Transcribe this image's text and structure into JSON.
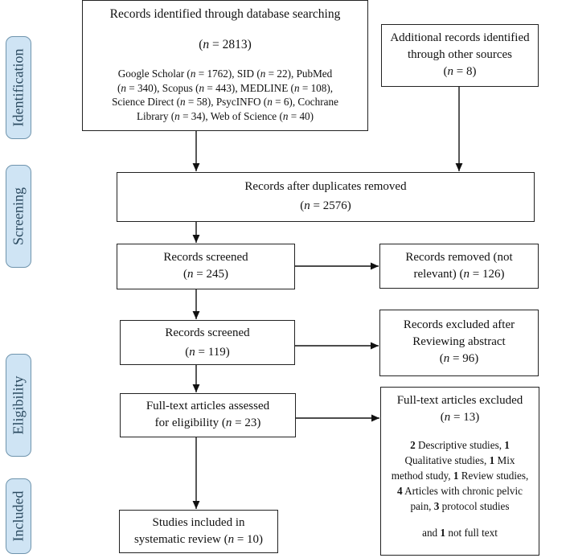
{
  "stages": {
    "identification": "Identification",
    "screening": "Screening",
    "eligibility": "Eligibility",
    "included": "Included"
  },
  "db_search": {
    "title": "Records identified through database searching",
    "count_prefix": "(",
    "n": "n",
    "count": " = 2813)",
    "sources": [
      {
        "pre": "Google Scholar (",
        "val": " = 1762), SID ("
      },
      {
        "pre": "",
        "val": " = 22), PubMed"
      },
      {
        "pre": "(",
        "val": " = 340), Scopus ("
      },
      {
        "pre": "",
        "val": " = 443), MEDLINE ("
      },
      {
        "pre": "",
        "val": " = 108),"
      },
      {
        "pre": "Science Direct (",
        "val": " = 58), PsycINFO ("
      },
      {
        "pre": "",
        "val": " = 6), Cochrane"
      },
      {
        "pre": "Library (",
        "val": " = 34), Web of Science ("
      },
      {
        "pre": "",
        "val": " = 40)"
      }
    ]
  },
  "additional": {
    "line1": "Additional records identified",
    "line2": "through other sources",
    "count_pre": "(",
    "count": " = 8)"
  },
  "duplicates": {
    "title": "Records after duplicates removed",
    "count_pre": "(",
    "count": " = 2576)"
  },
  "screened1": {
    "title": "Records screened",
    "count_pre": "(",
    "count": " = 245)"
  },
  "removed": {
    "line1": "Records removed (not",
    "line2": "relevant) (",
    "count": " = 126)"
  },
  "screened2": {
    "title": "Records screened",
    "count_pre": "(",
    "count": " = 119)"
  },
  "excluded_abstract": {
    "line1": "Records excluded after",
    "line2": "Reviewing abstract",
    "count_pre": "(",
    "count": " = 96)"
  },
  "fulltext": {
    "line1": "Full-text articles assessed",
    "line2": "for eligibility (",
    "count": " = 23)"
  },
  "fulltext_excluded": {
    "title": "Full-text articles excluded",
    "count_pre": "(",
    "count": " = 13)",
    "d1": "2",
    "t1": " Descriptive studies, ",
    "d2": "1",
    "t2": "Qualitative studies, ",
    "d3": "1",
    "t3": " Mix",
    "t4": "method study, ",
    "d4": "1",
    "t5": " Review studies,",
    "d5": "4",
    "t6": " Articles with chronic pelvic",
    "t7": "pain, ",
    "d6": "3",
    "t8": " protocol studies",
    "t9": "and ",
    "d7": "1",
    "t10": " not full text"
  },
  "included": {
    "line1": "Studies included in",
    "line2": "systematic review (",
    "count": " = 10)"
  }
}
